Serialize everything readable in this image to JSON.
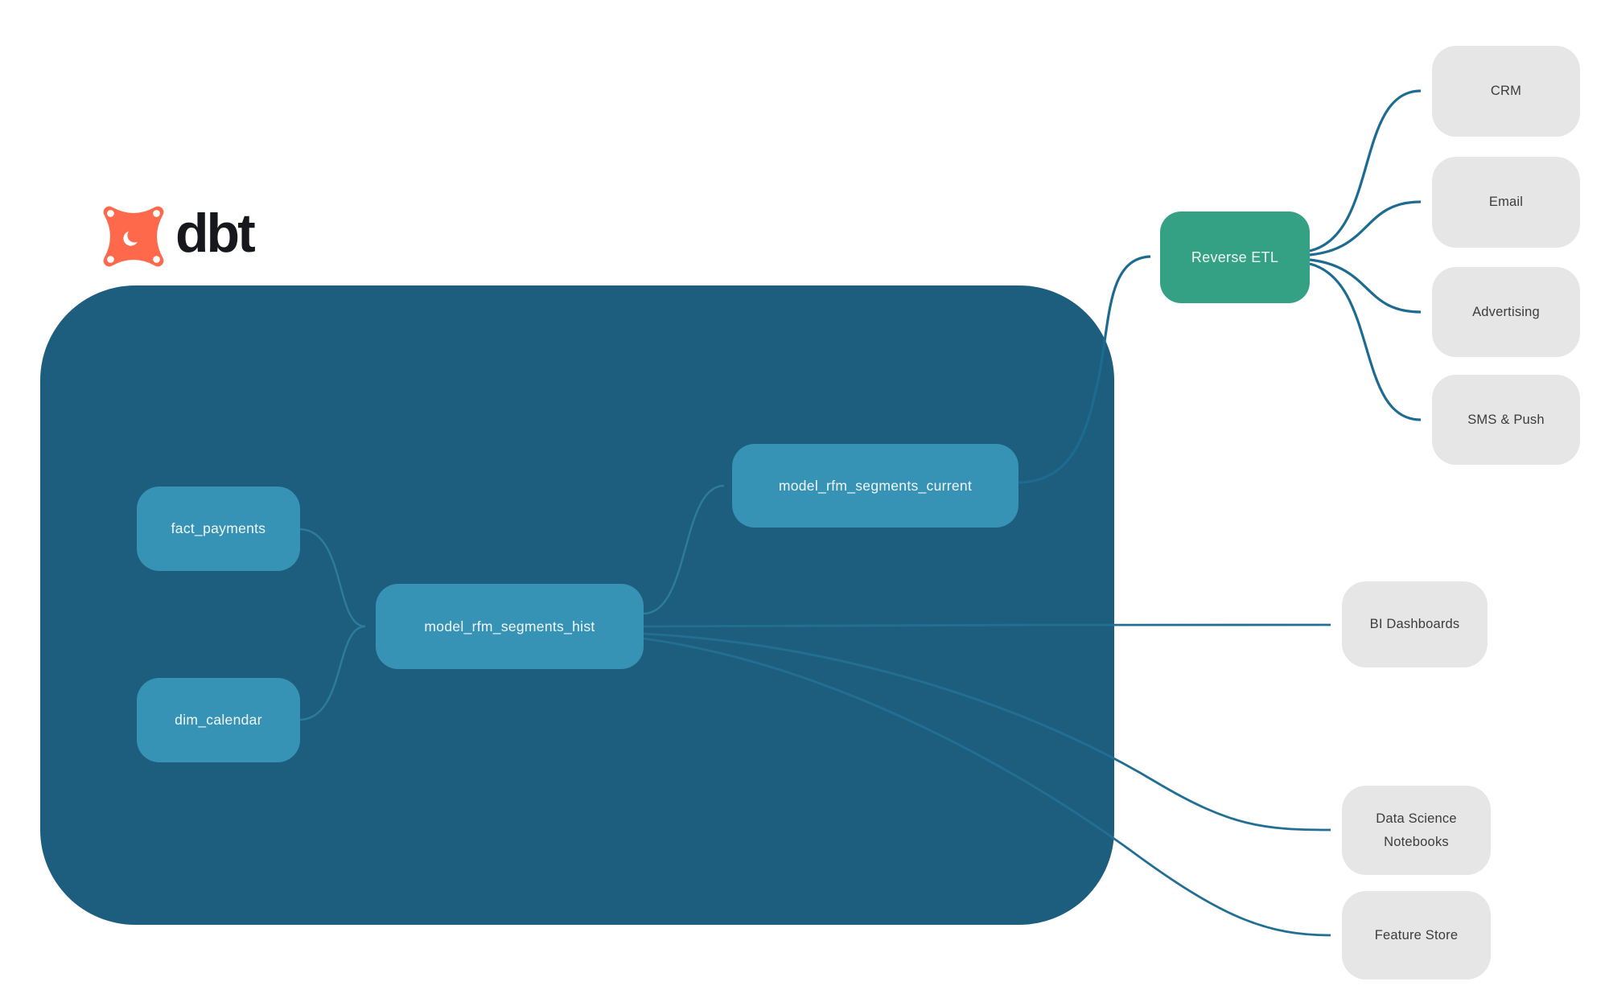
{
  "logo": {
    "wordmark": "dbt",
    "icon": "dbt-star-icon",
    "brand_color": "#ff694b",
    "wordmark_color": "#16181d"
  },
  "colors": {
    "container": "#1d5e7e",
    "node": "#3793b5",
    "green": "#35a184",
    "gray": "#e6e6e6",
    "edge_inside": "#2d7c9c",
    "edge_outside": "#1d6b90"
  },
  "nodes": {
    "fact_payments": {
      "label": "fact_payments",
      "kind": "dbt-model"
    },
    "dim_calendar": {
      "label": "dim_calendar",
      "kind": "dbt-model"
    },
    "model_rfm_segments_hist": {
      "label": "model_rfm_segments_hist",
      "kind": "dbt-model"
    },
    "model_rfm_segments_current": {
      "label": "model_rfm_segments_current",
      "kind": "dbt-model"
    },
    "reverse_etl": {
      "label": "Reverse ETL",
      "kind": "tool"
    },
    "crm": {
      "label": "CRM",
      "kind": "destination"
    },
    "email": {
      "label": "Email",
      "kind": "destination"
    },
    "advertising": {
      "label": "Advertising",
      "kind": "destination"
    },
    "sms_push": {
      "label": "SMS & Push",
      "kind": "destination"
    },
    "bi_dashboards": {
      "label": "BI Dashboards",
      "kind": "destination"
    },
    "data_science_notebooks": {
      "label": "Data Science Notebooks",
      "kind": "destination"
    },
    "feature_store": {
      "label": "Feature Store",
      "kind": "destination"
    }
  },
  "edges": [
    {
      "from": "fact_payments",
      "to": "model_rfm_segments_hist"
    },
    {
      "from": "dim_calendar",
      "to": "model_rfm_segments_hist"
    },
    {
      "from": "model_rfm_segments_hist",
      "to": "model_rfm_segments_current"
    },
    {
      "from": "model_rfm_segments_current",
      "to": "reverse_etl"
    },
    {
      "from": "reverse_etl",
      "to": "crm"
    },
    {
      "from": "reverse_etl",
      "to": "email"
    },
    {
      "from": "reverse_etl",
      "to": "advertising"
    },
    {
      "from": "reverse_etl",
      "to": "sms_push"
    },
    {
      "from": "model_rfm_segments_hist",
      "to": "bi_dashboards"
    },
    {
      "from": "model_rfm_segments_hist",
      "to": "data_science_notebooks"
    },
    {
      "from": "model_rfm_segments_hist",
      "to": "feature_store"
    }
  ]
}
